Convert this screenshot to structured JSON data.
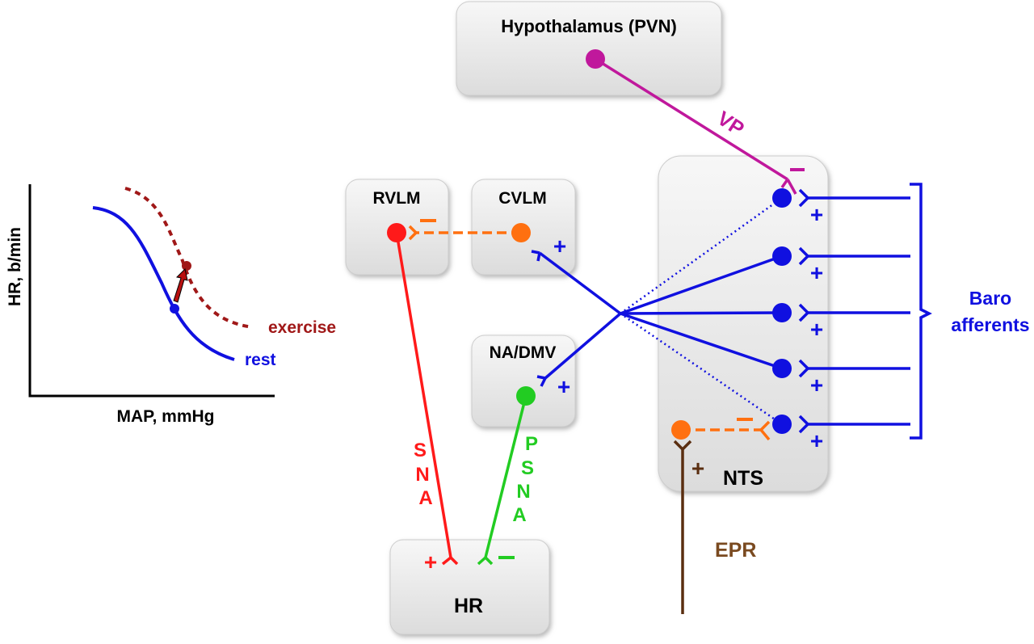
{
  "graph": {
    "y_label": "HR, b/min",
    "x_label": "MAP, mmHg",
    "curves": [
      {
        "name": "rest",
        "color": "#1010e0",
        "style": "solid"
      },
      {
        "name": "exercise",
        "color": "#a01818",
        "style": "dashed"
      }
    ]
  },
  "boxes": {
    "hypothalamus": "Hypothalamus (PVN)",
    "rvlm": "RVLM",
    "cvlm": "CVLM",
    "nadmv": "NA/DMV",
    "nts": "NTS",
    "hr": "HR"
  },
  "pathways": {
    "vp": "VP",
    "sna": [
      "S",
      "N",
      "A"
    ],
    "psna": [
      "P",
      "S",
      "N",
      "A"
    ],
    "epr": "EPR",
    "baro": [
      "Baro",
      "afferents"
    ]
  },
  "signs": {
    "plus": "+",
    "minus": "−"
  },
  "colors": {
    "blue": "#1010e0",
    "red": "#ff1a1a",
    "green": "#22cc22",
    "orange": "#ff7010",
    "magenta": "#c0189c",
    "brown": "#5a2e10",
    "dark_red": "#a01818"
  }
}
